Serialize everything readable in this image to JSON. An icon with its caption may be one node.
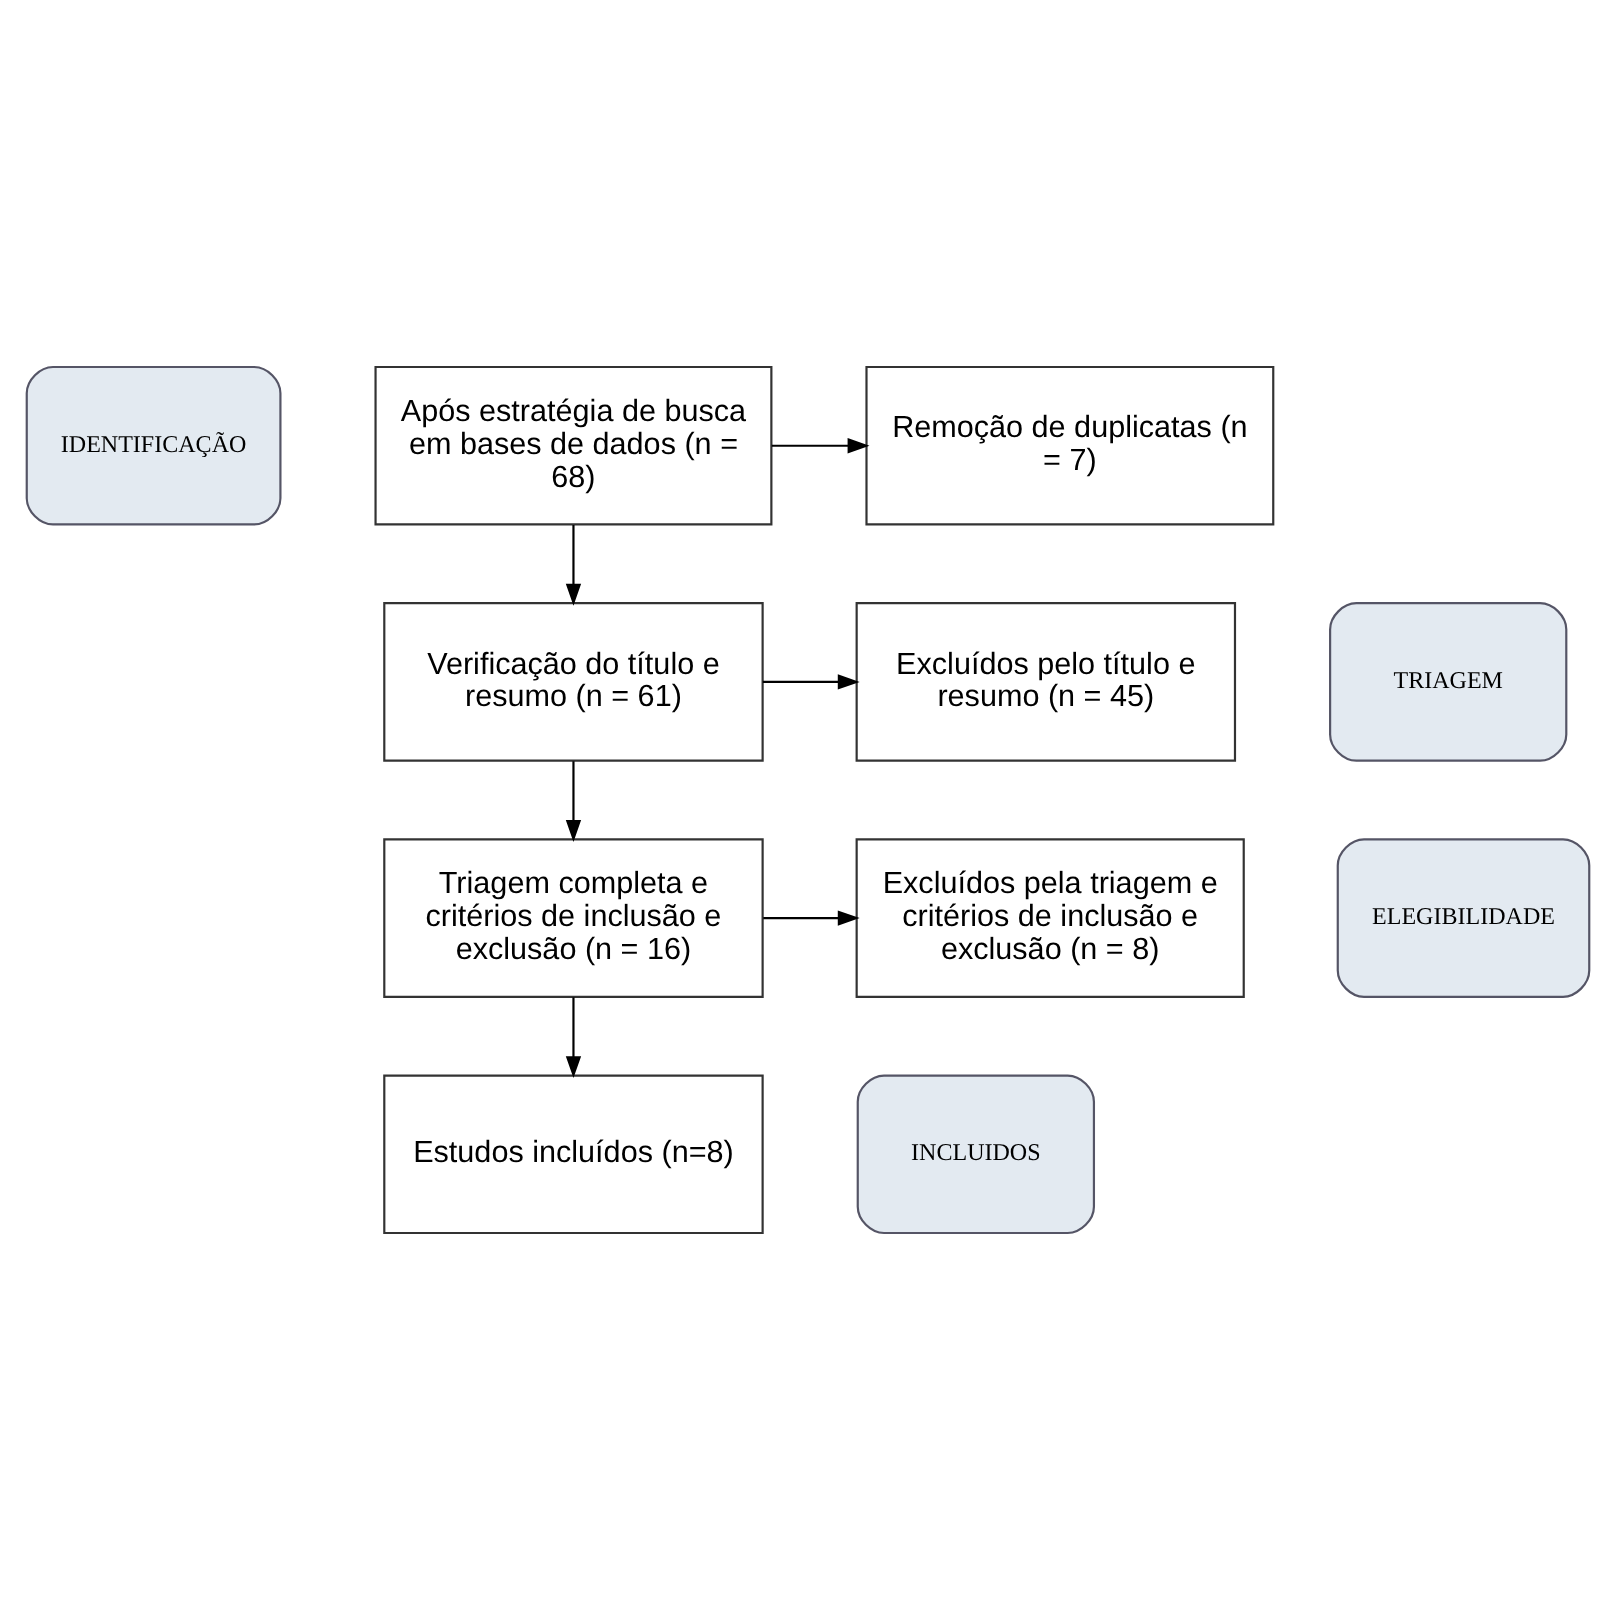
{
  "diagram": {
    "nodes": [
      {
        "text": [
          "IDENTIFICAÇÃO"
        ]
      },
      {
        "text": [
          "Após estratégia de busca em bases de dados (n = 68)"
        ]
      },
      {
        "text": [
          "Remoção de duplicatas (n = 7)"
        ]
      },
      {
        "text": [
          "TRIAGEM"
        ]
      },
      {
        "text": [
          "Verificação do título e resumo (n = 61)"
        ]
      },
      {
        "text": [
          "Excluídos pelo título e resumo (n = 45)"
        ]
      },
      {
        "text": [
          "ELEGIBILIDADE"
        ]
      },
      {
        "text": [
          "Triagem completa e critérios de inclusão e exclusão (n = 16)"
        ]
      },
      {
        "text": [
          "Excluídos pela triagem e critérios de inclusão e exclusão (n = 8)"
        ]
      },
      {
        "text": [
          "INCLUIDOS"
        ]
      },
      {
        "text": [
          "Estudos incluídos (n=8)"
        ]
      }
    ],
    "edges": [
      {
        "from": 1,
        "to": 2,
        "arrow": "to"
      },
      {
        "from": 1,
        "to": 4,
        "arrow": "to"
      },
      {
        "from": 4,
        "to": 5,
        "arrow": "to"
      },
      {
        "from": 4,
        "to": 7,
        "arrow": "to"
      },
      {
        "from": 7,
        "to": 8,
        "arrow": "to"
      },
      {
        "from": 7,
        "to": 10,
        "arrow": "to"
      }
    ]
  }
}
